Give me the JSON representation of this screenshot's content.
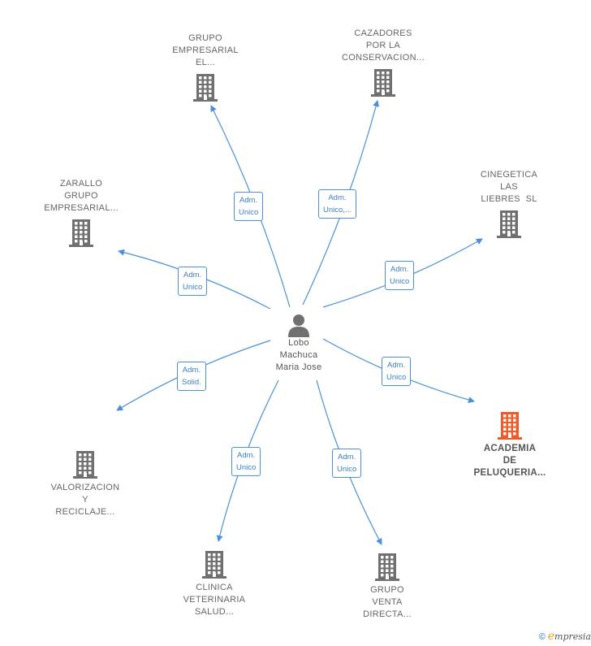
{
  "center": {
    "label": "Lobo\nMachuca\nMaria Jose",
    "icon": "person-icon"
  },
  "nodes": [
    {
      "id": "grupo-empresarial",
      "label": "GRUPO\nEMPRESARIAL\nEL...",
      "icon": "building-icon",
      "highlight": false,
      "relation": "Adm.\nUnico"
    },
    {
      "id": "cazadores",
      "label": "CAZADORES\nPOR LA\nCONSERVACION...",
      "icon": "building-icon",
      "highlight": false,
      "relation": "Adm.\nUnico,..."
    },
    {
      "id": "zarallo",
      "label": "ZARALLO\nGRUPO\nEMPRESARIAL...",
      "icon": "building-icon",
      "highlight": false,
      "relation": "Adm.\nUnico"
    },
    {
      "id": "cinegetica",
      "label": "CINEGETICA\nLAS\nLIEBRES  SL",
      "icon": "building-icon",
      "highlight": false,
      "relation": "Adm.\nUnico"
    },
    {
      "id": "valorizacion",
      "label": "VALORIZACION\nY\nRECICLAJE...",
      "icon": "building-icon",
      "highlight": false,
      "relation": "Adm.\nSolid."
    },
    {
      "id": "academia",
      "label": "ACADEMIA\nDE\nPELUQUERIA...",
      "icon": "building-icon",
      "highlight": true,
      "relation": "Adm.\nUnico"
    },
    {
      "id": "clinica",
      "label": "CLINICA\nVETERINARIA\nSALUD...",
      "icon": "building-icon",
      "highlight": false,
      "relation": "Adm.\nUnico"
    },
    {
      "id": "grupo-venta",
      "label": "GRUPO\nVENTA\nDIRECTA...",
      "icon": "building-icon",
      "highlight": false,
      "relation": "Adm.\nUnico"
    }
  ],
  "colors": {
    "edge": "#4a90d9",
    "building": "#707070",
    "building_highlight": "#f05a28"
  },
  "footer": {
    "copyright": "©",
    "brand_initial": "e",
    "brand_rest": "mpresia"
  }
}
